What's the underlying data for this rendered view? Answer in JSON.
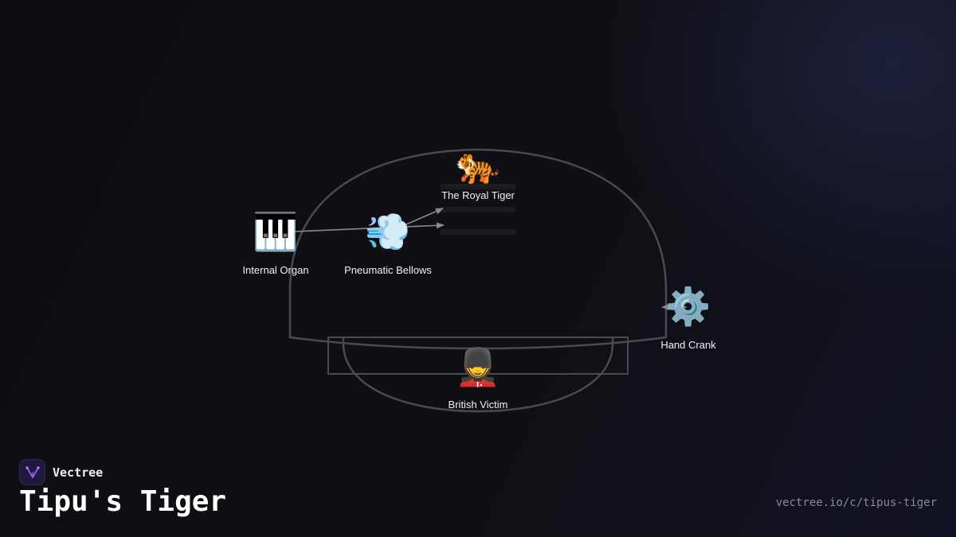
{
  "brand": {
    "name": "Vectree",
    "accent_color": "#a855f7"
  },
  "title": "Tipu's Tiger",
  "url": "vectree.io/c/tipus-tiger",
  "nodes": {
    "royal_tiger": {
      "label": "The Royal Tiger",
      "emoji": "🐅",
      "icon": "tiger-icon"
    },
    "internal_organ": {
      "label": "Internal Organ",
      "emoji": "🎹",
      "icon": "piano-keys-icon"
    },
    "pneumatic_bellows": {
      "label": "Pneumatic Bellows",
      "emoji": "💨",
      "icon": "wind-puff-icon"
    },
    "hand_crank": {
      "label": "Hand Crank",
      "emoji": "⚙️",
      "icon": "gear-icon"
    },
    "british_victim": {
      "label": "British Victim",
      "emoji": "💂",
      "icon": "guard-icon"
    }
  },
  "colors": {
    "background": "#0f0f13",
    "outline": "#4a4a50",
    "arrow": "#8a8a8a",
    "label": "#f2f2f2",
    "url": "#8a8a93"
  }
}
